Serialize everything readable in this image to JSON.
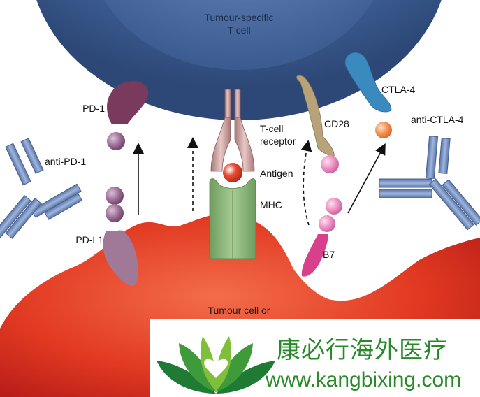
{
  "labels": {
    "tcell": [
      "Tumour-specific",
      "T cell"
    ],
    "pd1": "PD-1",
    "anti_pd1": "anti-PD-1",
    "pdl1": "PD-L1",
    "tcr": [
      "T-cell",
      "receptor"
    ],
    "antigen": "Antigen",
    "mhc": "MHC",
    "cd28": "CD28",
    "ctla4": "CTLA-4",
    "anti_ctla4": "anti-CTLA-4",
    "b7": "B7",
    "tumour": "Tumour cell or"
  },
  "watermark": {
    "brand_cn": "康必行海外医疗",
    "url": "www.kangbixing.com",
    "brand_color": "#2a8a2a",
    "logo_icon": "lotus-heart-icon"
  },
  "colors": {
    "tcell_outer": "#4a6ea8",
    "tcell_inner": "#2e4f84",
    "tumour": "#e03a22",
    "pd1": "#7a3a5e",
    "pdl1": "#a07898",
    "tcr": "#c79a9a",
    "mhc": "#8db77a",
    "cd28": "#b8a27a",
    "ctla4": "#3a8ac0",
    "b7": "#d8408c",
    "antibody": "#7d97c5"
  }
}
